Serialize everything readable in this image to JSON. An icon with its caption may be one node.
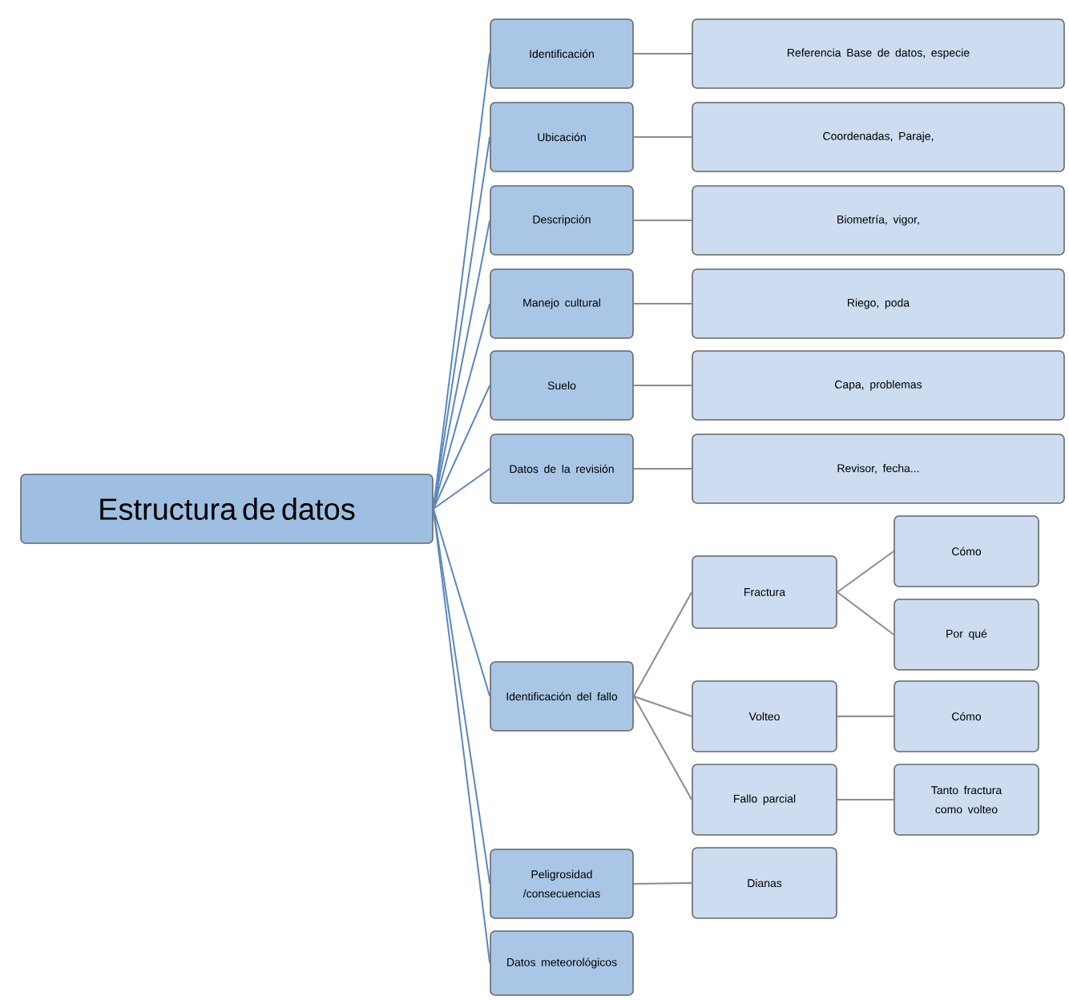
{
  "diagram": {
    "nodes": [
      {
        "text": [
          "Estructura de datos"
        ]
      },
      {
        "text": [
          "Identificación"
        ]
      },
      {
        "text": [
          "Ubicación"
        ]
      },
      {
        "text": [
          "Descripción"
        ]
      },
      {
        "text": [
          "Manejo cultural"
        ]
      },
      {
        "text": [
          "Suelo"
        ]
      },
      {
        "text": [
          "Datos de la revisión"
        ]
      },
      {
        "text": [
          "Identificación del fallo"
        ]
      },
      {
        "text": [
          "Peligrosidad /consecuencias"
        ]
      },
      {
        "text": [
          "Datos meteorológicos"
        ]
      },
      {
        "text": [
          "Referencia Base de datos, especie"
        ]
      },
      {
        "text": [
          "Coordenadas, Paraje,"
        ]
      },
      {
        "text": [
          "Biometría, vigor,"
        ]
      },
      {
        "text": [
          "Riego, poda"
        ]
      },
      {
        "text": [
          "Capa, problemas"
        ]
      },
      {
        "text": [
          "Revisor, fecha..."
        ]
      },
      {
        "text": [
          "Fractura"
        ]
      },
      {
        "text": [
          "Volteo"
        ]
      },
      {
        "text": [
          "Fallo parcial"
        ]
      },
      {
        "text": [
          "Dianas"
        ]
      },
      {
        "text": [
          "Cómo"
        ]
      },
      {
        "text": [
          "Por qué"
        ]
      },
      {
        "text": [
          "Cómo"
        ]
      },
      {
        "text": [
          "Tanto fractura como volteo"
        ]
      }
    ],
    "edges": [
      {
        "from": 0,
        "to": 1,
        "arrow": "none",
        "color": "#5b87c0"
      },
      {
        "from": 0,
        "to": 2,
        "arrow": "none",
        "color": "#5b87c0"
      },
      {
        "from": 0,
        "to": 3,
        "arrow": "none",
        "color": "#5b87c0"
      },
      {
        "from": 0,
        "to": 4,
        "arrow": "none",
        "color": "#5b87c0"
      },
      {
        "from": 0,
        "to": 5,
        "arrow": "none",
        "color": "#5b87c0"
      },
      {
        "from": 0,
        "to": 6,
        "arrow": "none",
        "color": "#5b87c0"
      },
      {
        "from": 0,
        "to": 7,
        "arrow": "none",
        "color": "#5b87c0"
      },
      {
        "from": 0,
        "to": 8,
        "arrow": "none",
        "color": "#5b87c0"
      },
      {
        "from": 0,
        "to": 9,
        "arrow": "none",
        "color": "#5b87c0"
      },
      {
        "from": 1,
        "to": 10,
        "arrow": "none"
      },
      {
        "from": 2,
        "to": 11,
        "arrow": "none"
      },
      {
        "from": 3,
        "to": 12,
        "arrow": "none"
      },
      {
        "from": 4,
        "to": 13,
        "arrow": "none"
      },
      {
        "from": 5,
        "to": 14,
        "arrow": "none"
      },
      {
        "from": 6,
        "to": 15,
        "arrow": "none"
      },
      {
        "from": 7,
        "to": 16,
        "arrow": "none"
      },
      {
        "from": 7,
        "to": 17,
        "arrow": "none"
      },
      {
        "from": 7,
        "to": 18,
        "arrow": "none"
      },
      {
        "from": 8,
        "to": 19,
        "arrow": "none"
      },
      {
        "from": 16,
        "to": 20,
        "arrow": "none"
      },
      {
        "from": 16,
        "to": 21,
        "arrow": "none"
      },
      {
        "from": 17,
        "to": 22,
        "arrow": "none"
      },
      {
        "from": 18,
        "to": 23,
        "arrow": "none"
      }
    ]
  }
}
